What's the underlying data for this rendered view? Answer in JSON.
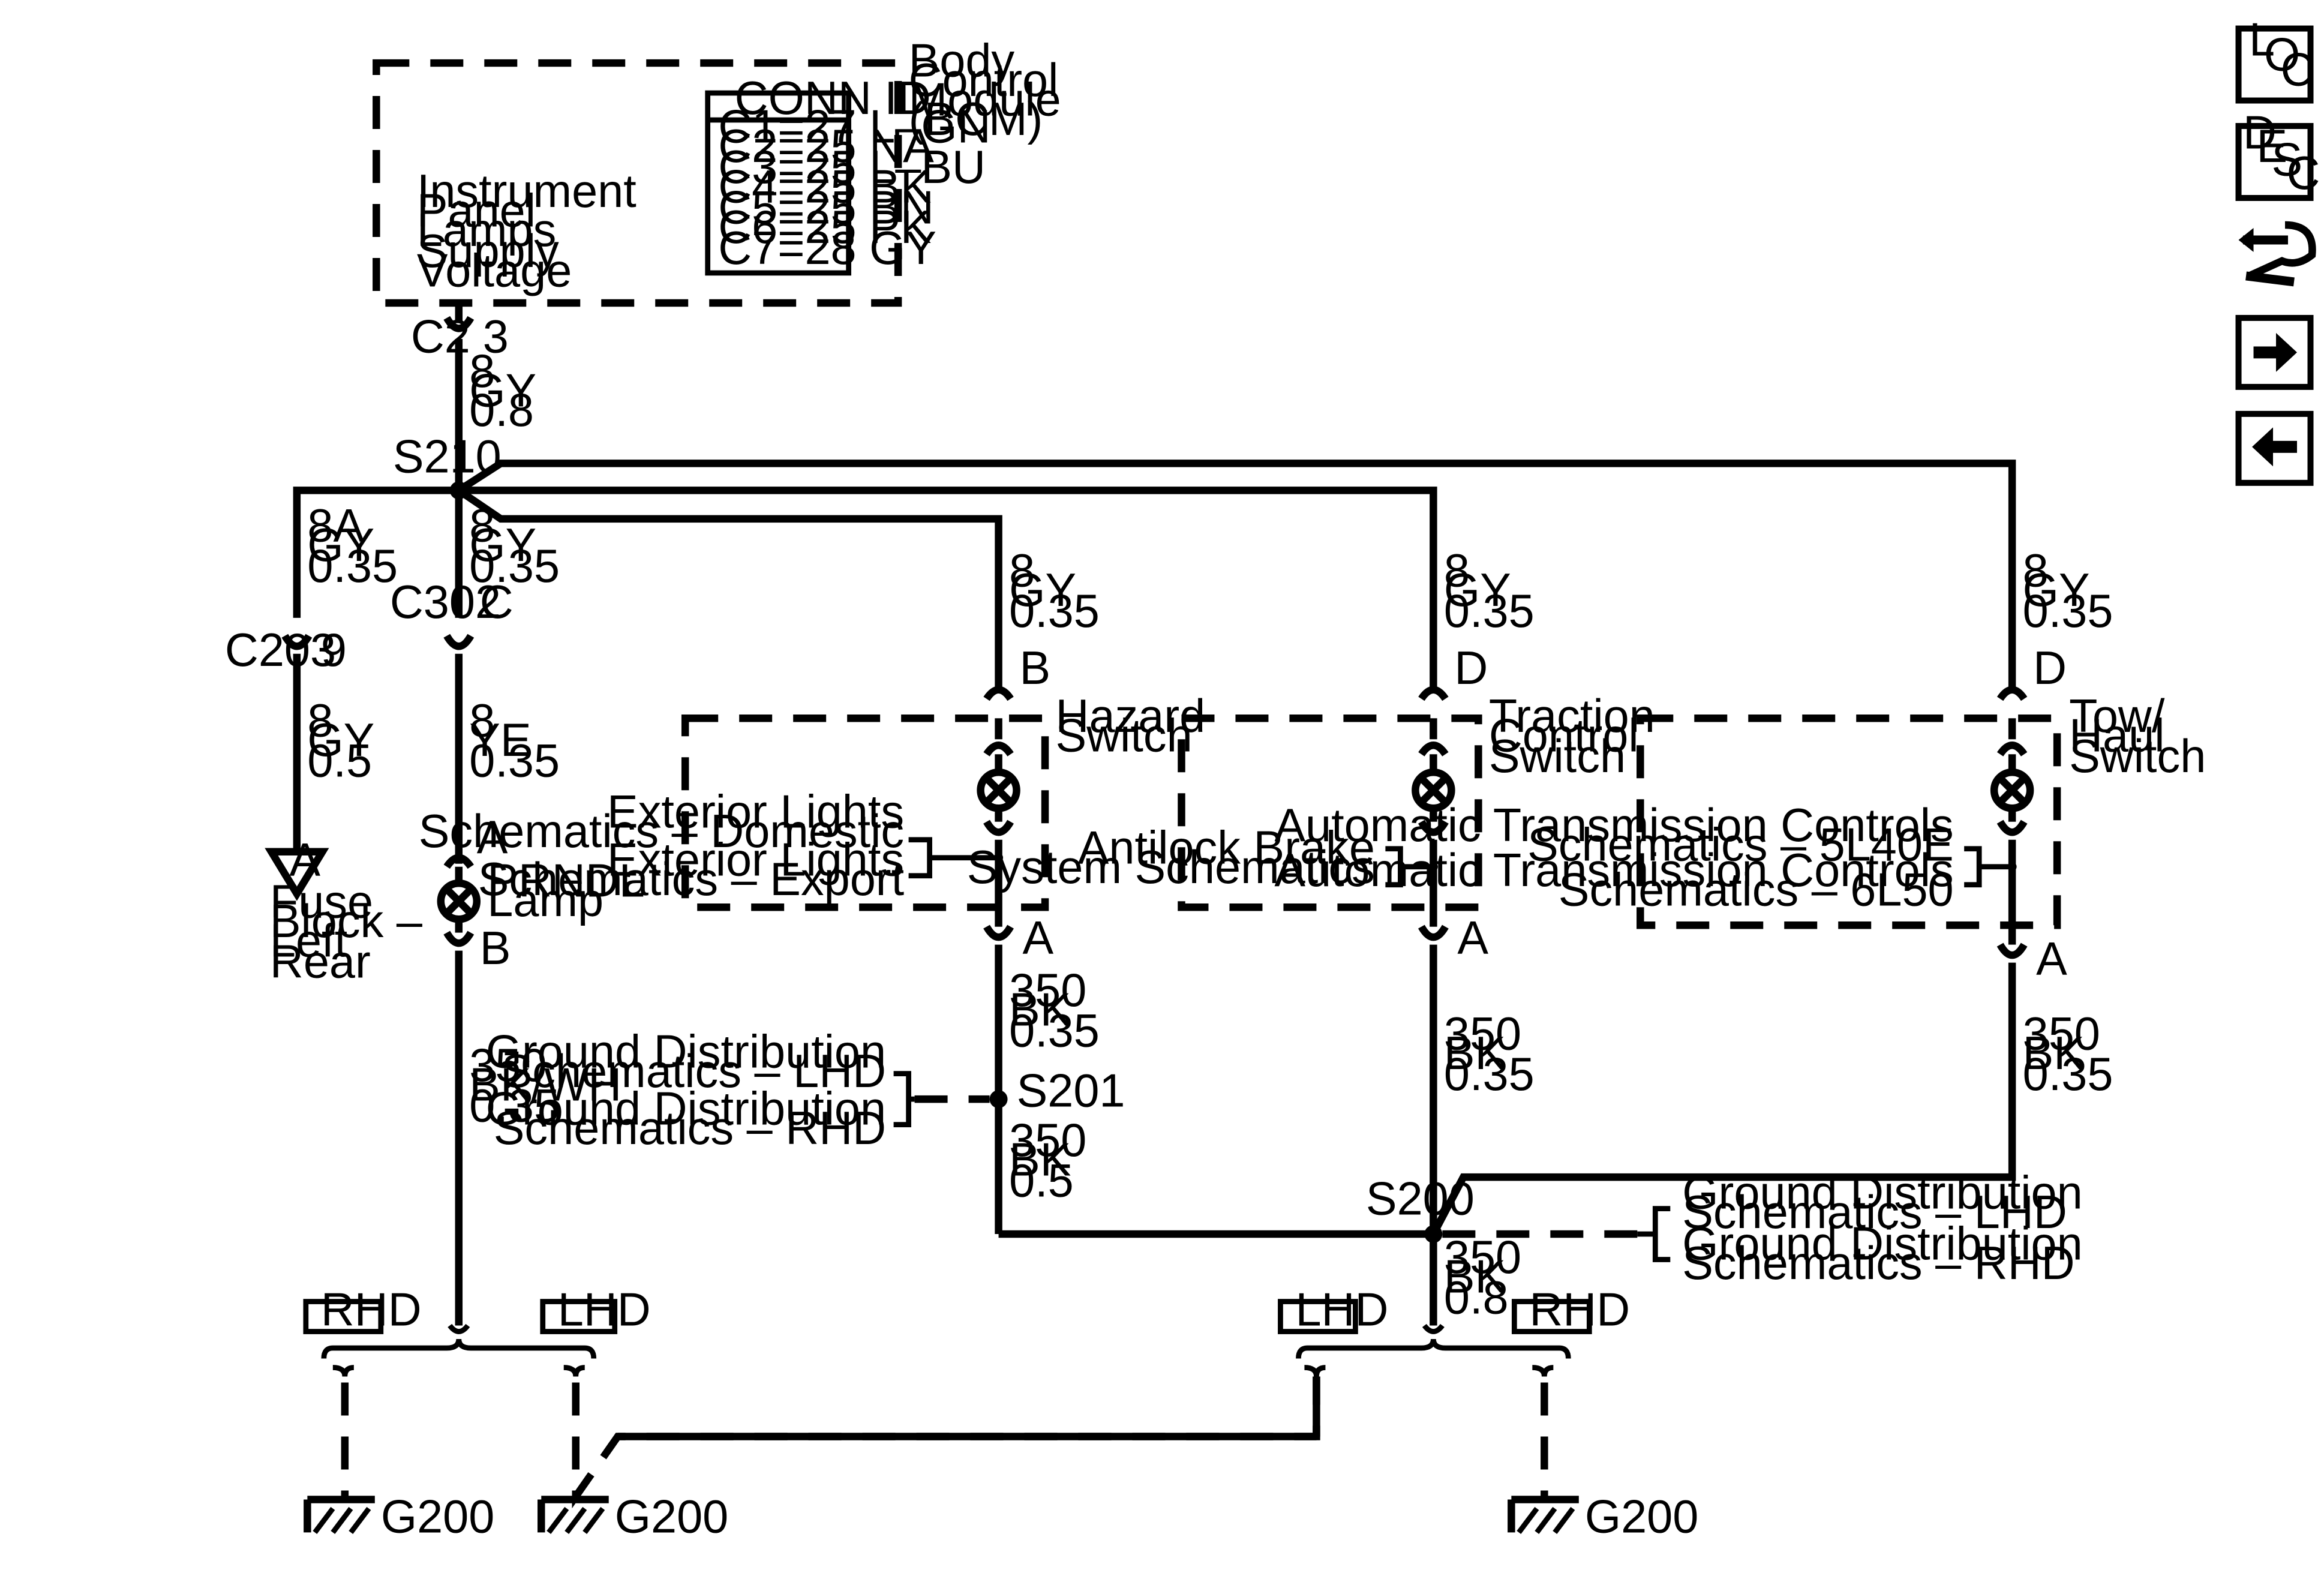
{
  "bcm": {
    "title": [
      "Body",
      "Control",
      "Module",
      "(BCM)"
    ],
    "function_label": [
      "Instrument",
      "Panel",
      "Lamps",
      "Supply",
      "Voltage"
    ],
    "conn_id_header": "CONN ID",
    "conn_ids": [
      "C1=27 L–GN",
      "C2=25 NA",
      "C3=25 L–BU",
      "C4=25 BK",
      "C5=25 BN",
      "C6=25 PK",
      "C7=28 GY"
    ]
  },
  "connectors": {
    "c2": {
      "name": "C2",
      "pin": "3"
    },
    "c302": {
      "name": "C302",
      "pin": "C"
    },
    "c203": {
      "name": "C203",
      "pin": "9"
    }
  },
  "splices": {
    "s210": "S210",
    "s201": "S201",
    "s200": "S200"
  },
  "wires": {
    "bcm_out": [
      "8",
      "GY",
      "0.8"
    ],
    "branch_8a": [
      "8A",
      "GY",
      "0.35"
    ],
    "center_8": [
      "8",
      "GY",
      "0.35"
    ],
    "c203_out": [
      "8",
      "GY",
      "0.5"
    ],
    "c302_out": [
      "8",
      "YE",
      "0.35"
    ],
    "prndl_gnd": [
      "350",
      "BK/WH",
      "0.35"
    ],
    "hazard_in": [
      "8",
      "GY",
      "0.35"
    ],
    "hazard_out": [
      "350",
      "BK",
      "0.35"
    ],
    "s201_out": [
      "350",
      "BK",
      "0.5"
    ],
    "traction_in": [
      "8",
      "GY",
      "0.35"
    ],
    "traction_out": [
      "350",
      "BK",
      "0.35"
    ],
    "tow_in": [
      "8",
      "GY",
      "0.35"
    ],
    "tow_out": [
      "350",
      "BK",
      "0.35"
    ],
    "s200_out": [
      "350",
      "BK",
      "0.8"
    ]
  },
  "fuse_block": {
    "symbol": "A",
    "label": [
      "Fuse",
      "Block –",
      "Left",
      "Rear"
    ]
  },
  "prndl": {
    "label": [
      "PRNDL",
      "Lamp"
    ],
    "pin_top": "A",
    "pin_bottom": "B"
  },
  "hazard": {
    "label": [
      "Hazard",
      "Switch"
    ],
    "pin_top": "B",
    "pin_bottom": "A",
    "refs": [
      [
        "Exterior Lights",
        "Schematics – Domestic"
      ],
      [
        "Exterior Lights",
        "Schematics – Export"
      ]
    ]
  },
  "traction": {
    "label": [
      "Traction",
      "Control",
      "Switch"
    ],
    "pin_top": "D",
    "pin_bottom": "A",
    "refs": [
      [
        "Antilock Brake",
        "System Schematics"
      ]
    ]
  },
  "towhaul": {
    "label": [
      "Tow/",
      "Haul",
      "Switch"
    ],
    "pin_top": "D",
    "pin_bottom": "A",
    "refs": [
      [
        "Automatic Transmission Controls",
        "Schematics – 5L40E"
      ],
      [
        "Automatic Transmission Controls",
        "Schematics – 6L50"
      ]
    ]
  },
  "ground_refs": {
    "s201": [
      [
        "Ground Distribution",
        "Schematics – LHD"
      ],
      [
        "Ground Distribution",
        "Schematics – RHD"
      ]
    ],
    "s200": [
      [
        "Ground Distribution",
        "Schematics – LHD"
      ],
      [
        "Ground Distribution",
        "Schematics – RHD"
      ]
    ]
  },
  "options": {
    "left_a": "RHD",
    "left_b": "LHD",
    "right_a": "LHD",
    "right_b": "RHD"
  },
  "grounds": {
    "g1": "G200",
    "g2": "G200",
    "g3": "G200"
  },
  "nav": {
    "loc": [
      "L",
      "O",
      "C"
    ],
    "desc": [
      "D",
      "E",
      "S",
      "C"
    ]
  }
}
